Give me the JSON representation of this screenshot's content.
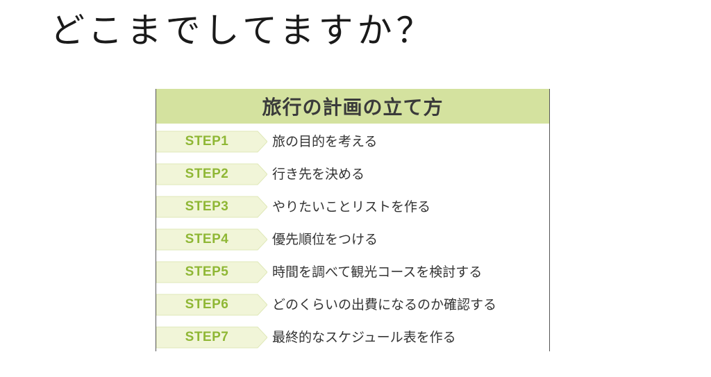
{
  "slide": {
    "title": "どこまでしてますか？"
  },
  "panel": {
    "header": "旅行の計画の立て方",
    "steps": [
      {
        "label": "STEP1",
        "text": "旅の目的を考える"
      },
      {
        "label": "STEP2",
        "text": "行き先を決める"
      },
      {
        "label": "STEP3",
        "text": "やりたいことリストを作る"
      },
      {
        "label": "STEP4",
        "text": "優先順位をつける"
      },
      {
        "label": "STEP5",
        "text": "時間を調べて観光コースを検討する"
      },
      {
        "label": "STEP6",
        "text": "どのくらいの出費になるのか確認する"
      },
      {
        "label": "STEP7",
        "text": "最終的なスケジュール表を作る"
      }
    ]
  },
  "colors": {
    "header_bg": "#d4e29f",
    "step_tag_fill": "#f1f5d8",
    "step_label": "#8fb735"
  }
}
